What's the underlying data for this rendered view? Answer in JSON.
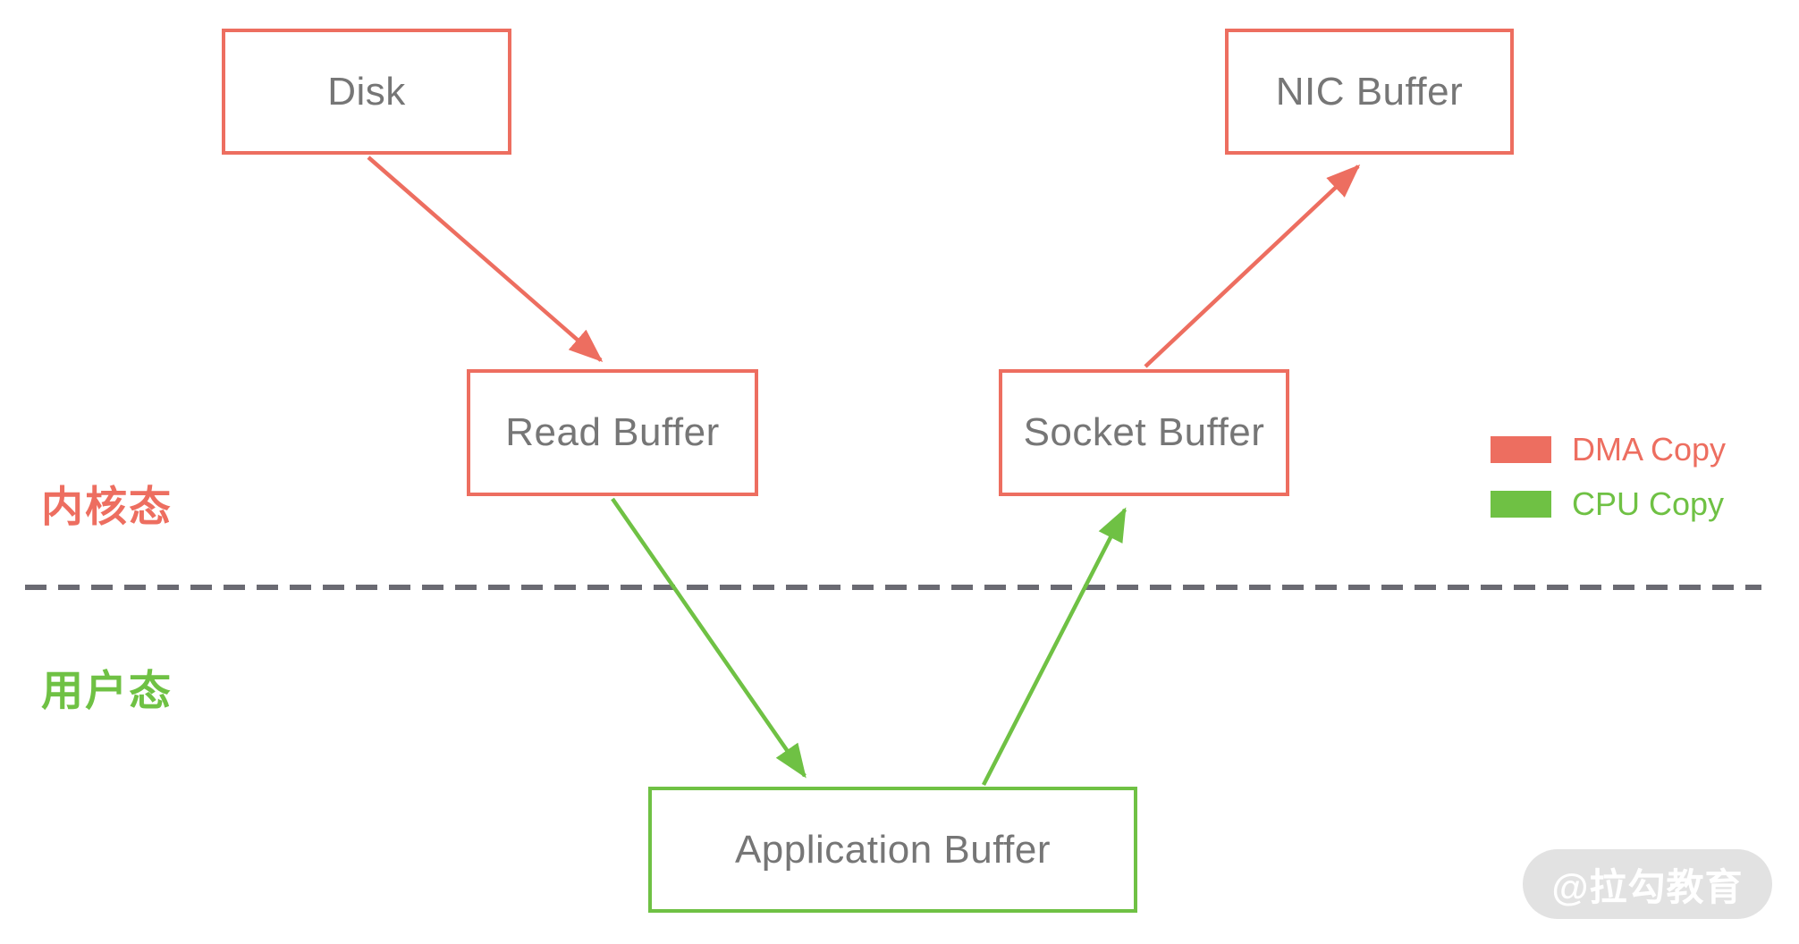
{
  "diagram": {
    "title_implicit": "zero-copy data flow: disk to NIC through kernel and user space buffers",
    "nodes": [
      {
        "id": "disk",
        "label": "Disk"
      },
      {
        "id": "nic-buffer",
        "label": "NIC Buffer"
      },
      {
        "id": "read-buffer",
        "label": "Read Buffer"
      },
      {
        "id": "socket-buffer",
        "label": "Socket Buffer"
      },
      {
        "id": "application-buffer",
        "label": "Application Buffer"
      }
    ],
    "edges": [
      {
        "from": "disk",
        "to": "read-buffer",
        "copy_type": "DMA Copy",
        "color": "#ED6E60"
      },
      {
        "from": "read-buffer",
        "to": "application-buffer",
        "copy_type": "CPU Copy",
        "color": "#6FC144"
      },
      {
        "from": "application-buffer",
        "to": "socket-buffer",
        "copy_type": "CPU Copy",
        "color": "#6FC144"
      },
      {
        "from": "socket-buffer",
        "to": "nic-buffer",
        "copy_type": "DMA Copy",
        "color": "#ED6E60"
      }
    ],
    "zones": {
      "kernel_label": "内核态",
      "user_label": "用户态"
    },
    "legend": [
      {
        "label": "DMA Copy",
        "color": "#ED6E60"
      },
      {
        "label": "CPU Copy",
        "color": "#6FC144"
      }
    ],
    "watermark": "@拉勾教育",
    "colors": {
      "dma_red": "#ED6E60",
      "cpu_green": "#6FC144",
      "node_text": "#767676",
      "divider_gray": "#6A6A72",
      "watermark_bg": "#E2E2E2",
      "watermark_text": "#FFFFFF",
      "background": "#FFFFFF"
    }
  }
}
